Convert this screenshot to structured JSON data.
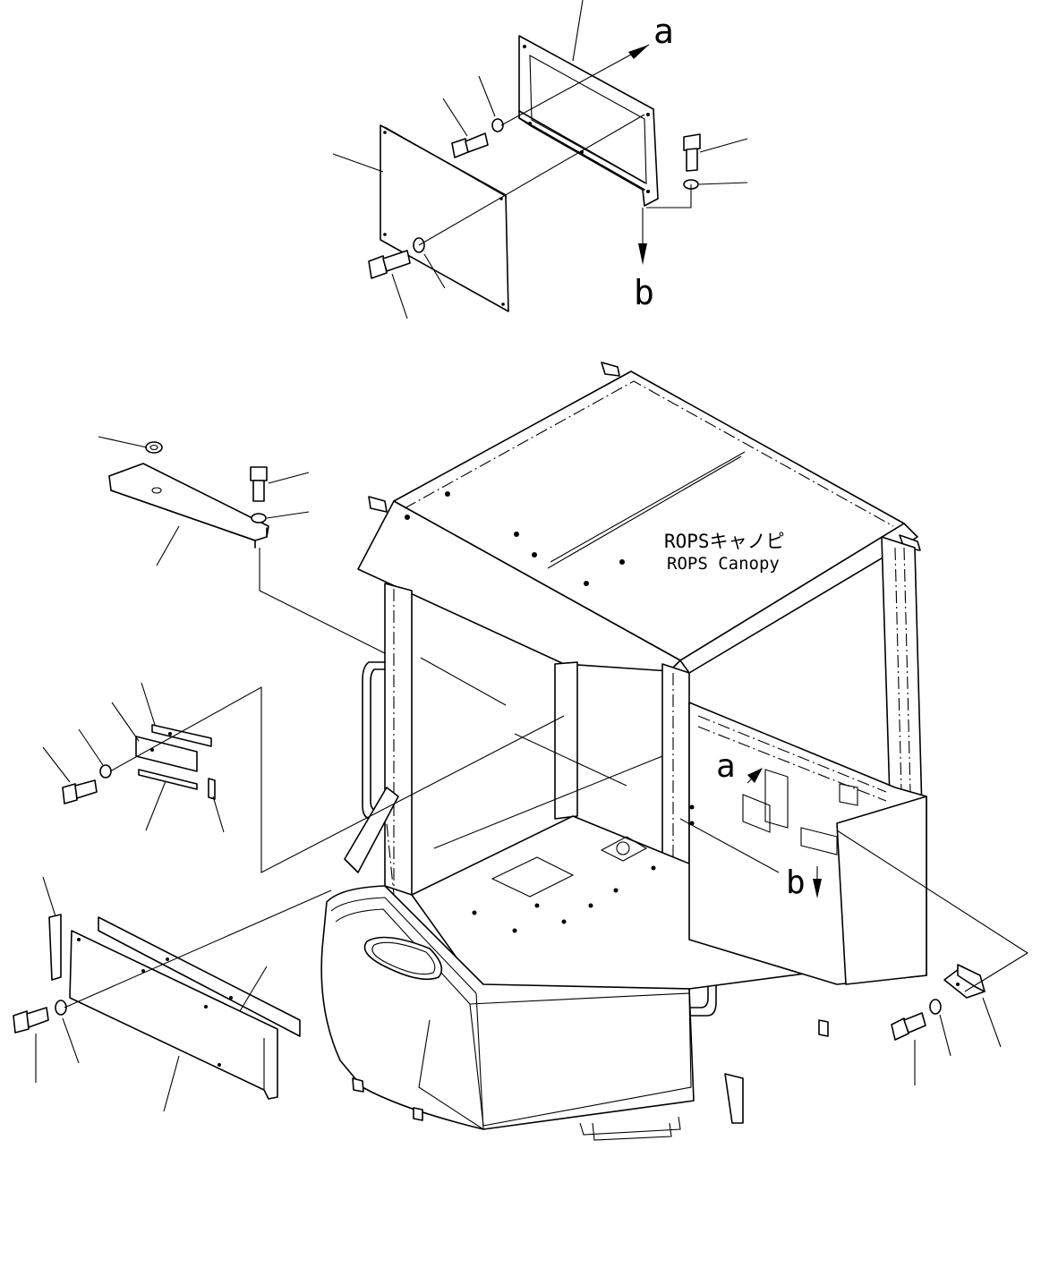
{
  "labels": {
    "canopy_jp": "ROPSキャノピ",
    "canopy_en": "ROPS Canopy",
    "ref_a": "a",
    "ref_b": "b"
  },
  "colors": {
    "line": "#000000",
    "background": "#ffffff"
  }
}
